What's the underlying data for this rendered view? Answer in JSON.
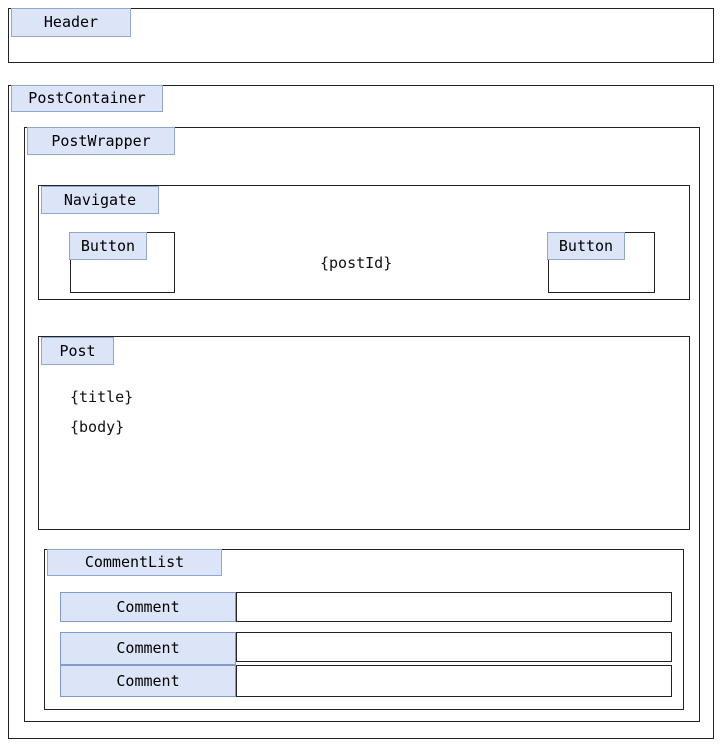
{
  "diagram": {
    "type": "component-hierarchy-wireframe",
    "header": {
      "label": "Header"
    },
    "post_container": {
      "label": "PostContainer",
      "post_wrapper": {
        "label": "PostWrapper",
        "navigate": {
          "label": "Navigate",
          "prev_button": {
            "label": "Button"
          },
          "post_id": "{postId}",
          "next_button": {
            "label": "Button"
          }
        },
        "post": {
          "label": "Post",
          "title": "{title}",
          "body": "{body}"
        },
        "comment_list": {
          "label": "CommentList",
          "comments": [
            {
              "label": "Comment"
            },
            {
              "label": "Comment"
            },
            {
              "label": "Comment"
            }
          ]
        }
      }
    }
  },
  "colors": {
    "tag_fill": "#dbe5f7",
    "tag_border": "#8fa8cf",
    "box_border": "#222222",
    "page_background": "#ffffff",
    "text": "#000000"
  }
}
